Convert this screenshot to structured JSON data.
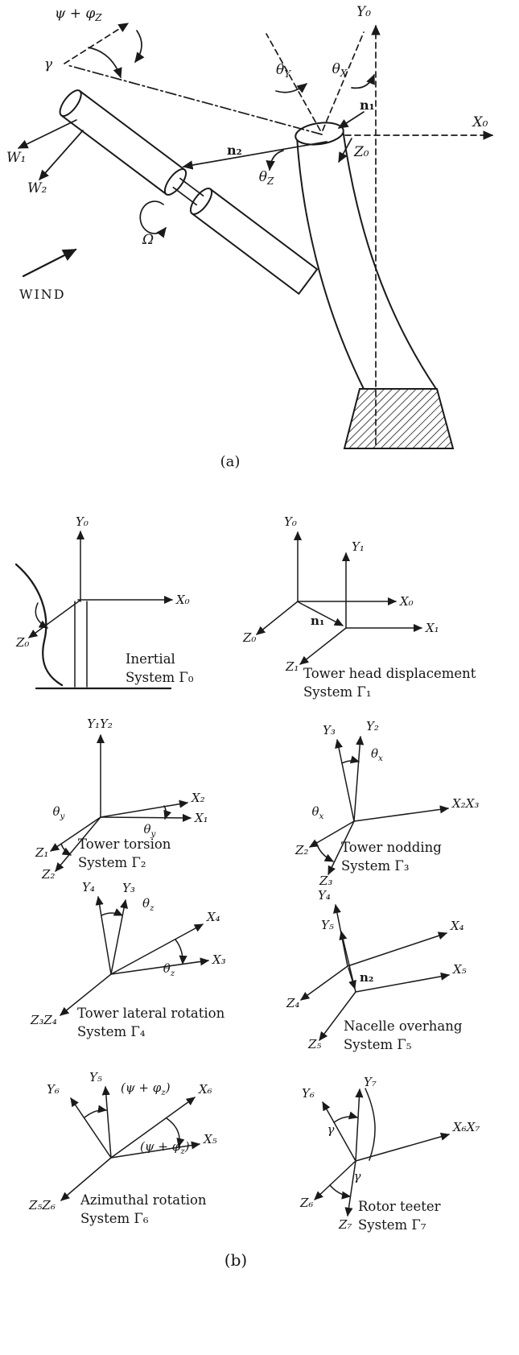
{
  "figure": {
    "part_a": {
      "tag": "(a)",
      "labels": {
        "psi_phi_z": "ψ + φ~Z~",
        "gamma": "γ",
        "theta_y": "θ~Y~",
        "theta_x": "θ~X~",
        "theta_z": "θ~Z~",
        "omega": "Ω",
        "y0": "Y₀",
        "x0": "X₀",
        "z0": "Z₀",
        "n1": "n₁",
        "n2": "n₂",
        "w1": "W₁",
        "w2": "W₂",
        "wind": "WIND"
      }
    },
    "part_b": {
      "tag": "(b)",
      "systems": [
        {
          "name": "Inertial",
          "system": "System Γ₀",
          "labels": {
            "y": "Y₀",
            "x": "X₀",
            "z": "Z₀"
          }
        },
        {
          "name": "Tower head displacement",
          "system": "System Γ₁",
          "labels": {
            "y0": "Y₀",
            "y1": "Y₁",
            "x0": "X₀",
            "x1": "X₁",
            "z0": "Z₀",
            "z1": "Z₁",
            "n1": "n₁"
          }
        },
        {
          "name": "Tower torsion",
          "system": "System Γ₂",
          "labels": {
            "y": "Y₁Y₂",
            "x2": "X₂",
            "x1": "X₁",
            "theta_right": "θ~y~",
            "theta_left": "θ~y~",
            "z1": "Z₁",
            "z2": "Z₂"
          }
        },
        {
          "name": "Tower nodding",
          "system": "System Γ₃",
          "labels": {
            "y3": "Y₃",
            "y2": "Y₂",
            "theta_top": "θ~x~",
            "x": "X₂X₃",
            "theta_left": "θ~x~",
            "z2": "Z₂",
            "z3": "Z₃"
          }
        },
        {
          "name": "Tower lateral rotation",
          "system": "System Γ₄",
          "labels": {
            "y4": "Y₄",
            "y3": "Y₃",
            "theta_top": "θ~z~",
            "x4": "X₄",
            "x3": "X₃",
            "theta_right": "θ~z~",
            "z": "Z₃Z₄"
          }
        },
        {
          "name": "Nacelle overhang",
          "system": "System Γ₅",
          "labels": {
            "y4": "Y₄",
            "y5": "Y₅",
            "n2": "n₂",
            "x4": "X₄",
            "x5": "X₅",
            "z4": "Z₄",
            "z5": "Z₅"
          }
        },
        {
          "name": "Azimuthal rotation",
          "system": "System Γ₆",
          "labels": {
            "y5": "Y₅",
            "y6": "Y₆",
            "psi_top": "(ψ + φ~z~)",
            "x6": "X₆",
            "x5": "X₅",
            "psi_right": "(ψ + φ~z~)",
            "z": "Z₅Z₆"
          }
        },
        {
          "name": "Rotor teeter",
          "system": "System Γ₇",
          "labels": {
            "y7": "Y₇",
            "y6": "Y₆",
            "gamma_top": "γ",
            "x": "X₆X₇",
            "gamma_right": "γ",
            "z6": "Z₆",
            "z7": "Z₇"
          }
        }
      ]
    }
  }
}
